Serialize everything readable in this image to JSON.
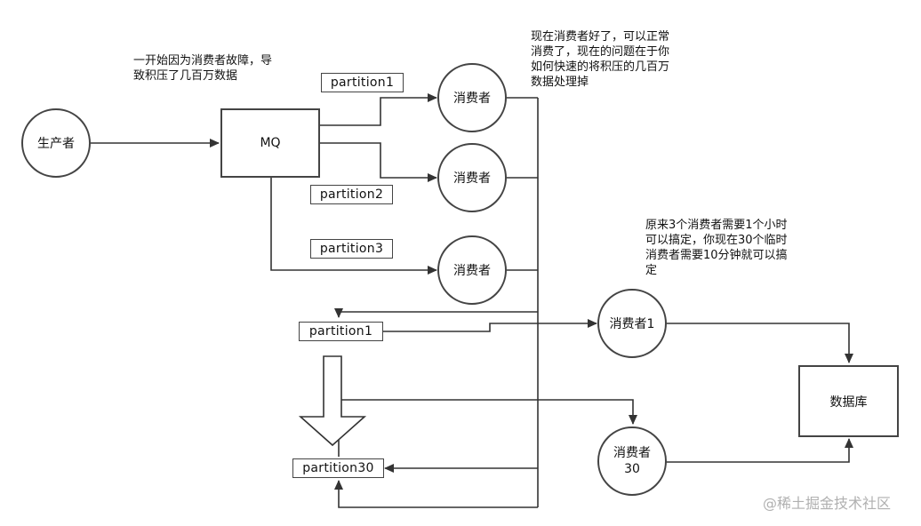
{
  "nodes": {
    "producer": "生产者",
    "mq": "MQ",
    "consumer_a": "消费者",
    "consumer_b": "消费者",
    "consumer_c": "消费者",
    "temp_consumer_1": "消费者1",
    "temp_consumer_30": "消费者\n30",
    "database": "数据库"
  },
  "partitions": {
    "p1_top": "partition1",
    "p2": "partition2",
    "p3": "partition3",
    "p1_new": "partition1",
    "p30": "partition30"
  },
  "notes": {
    "backlog": "一开始因为消费者故障，导\n致积压了几百万数据",
    "recovered": "现在消费者好了，可以正常\n消费了，现在的问题在于你\n如何快速的将积压的几百万\n数据处理掉",
    "speedup": "原来3个消费者需要1个小时\n可以搞定，你现在30个临时\n消费者需要10分钟就可以搞\n定"
  },
  "watermark": "@稀土掘金技术社区",
  "colors": {
    "stroke": "#444444",
    "text": "#111111",
    "watermark": "#b0b0b0"
  }
}
